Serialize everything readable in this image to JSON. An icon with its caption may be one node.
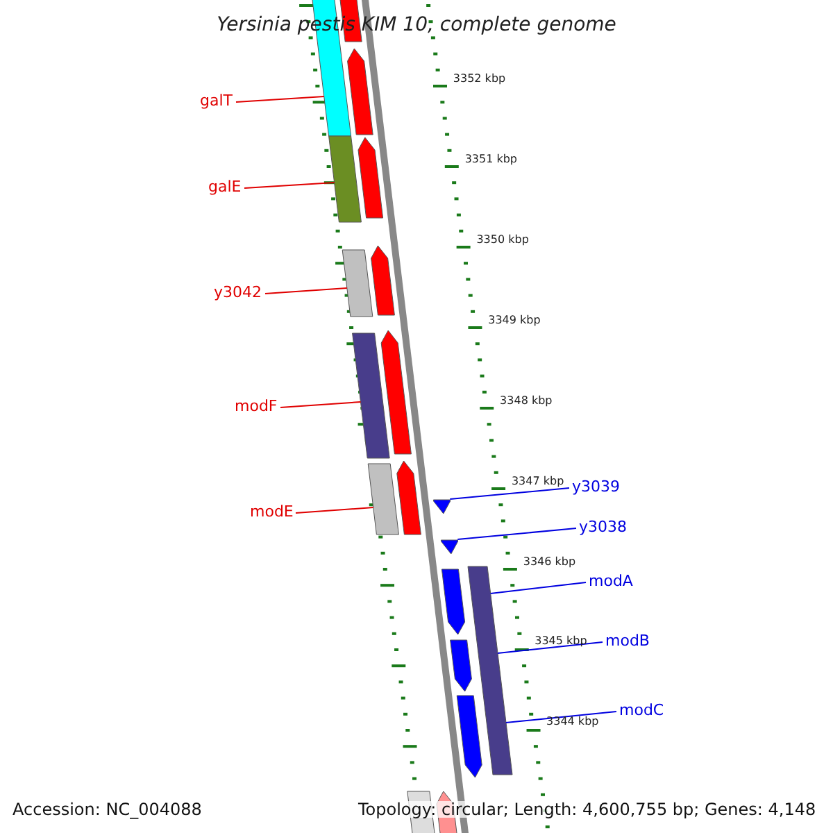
{
  "diagram": {
    "title": "Yersinia pestis KIM 10, complete genome",
    "nodes": [
      {
        "text": [
          "galT"
        ]
      },
      {
        "text": [
          "galE"
        ]
      },
      {
        "text": [
          "y3042"
        ]
      },
      {
        "text": [
          "modF"
        ]
      },
      {
        "text": [
          "modE"
        ]
      },
      {
        "text": [
          "y3039"
        ]
      },
      {
        "text": [
          "y3038"
        ]
      },
      {
        "text": [
          "modA"
        ]
      },
      {
        "text": [
          "modB"
        ]
      },
      {
        "text": [
          "modC"
        ]
      },
      {
        "text": [],
        "shape": "bar"
      },
      {
        "text": [],
        "shape": "bar"
      },
      {
        "text": [],
        "shape": "bar"
      },
      {
        "text": [],
        "shape": "bar"
      },
      {
        "text": [],
        "shape": "bar"
      },
      {
        "text": [],
        "shape": "arrow"
      },
      {
        "text": [],
        "shape": "arrow"
      },
      {
        "text": [],
        "shape": "bar"
      },
      {
        "text": [],
        "shape": "arrow"
      },
      {
        "text": [],
        "shape": "arrow"
      },
      {
        "text": [],
        "shape": "arrow"
      },
      {
        "text": [],
        "shape": "arrow"
      },
      {
        "text": [],
        "shape": "arrow"
      },
      {
        "text": [],
        "shape": "arrow"
      },
      {
        "text": [],
        "shape": "arrow"
      },
      {
        "text": [],
        "shape": "arrow"
      },
      {
        "text": [],
        "shape": "arrow"
      },
      {
        "text": [],
        "shape": "bar"
      },
      {
        "text": [],
        "shape": "arrow"
      }
    ],
    "edges": [
      {
        "from": 0,
        "to": 10,
        "arrow": "none"
      },
      {
        "from": 1,
        "to": 11,
        "arrow": "none"
      },
      {
        "from": 2,
        "to": 12,
        "arrow": "none"
      },
      {
        "from": 3,
        "to": 13,
        "arrow": "none"
      },
      {
        "from": 4,
        "to": 14,
        "arrow": "none"
      },
      {
        "from": 5,
        "to": 15,
        "arrow": "none",
        "color": "#0000e0"
      },
      {
        "from": 6,
        "to": 16,
        "arrow": "none",
        "color": "#0000e0"
      },
      {
        "from": 7,
        "to": 17,
        "arrow": "none",
        "color": "#0000e0"
      },
      {
        "from": 8,
        "to": 17,
        "arrow": "none",
        "color": "#0000e0"
      },
      {
        "from": 9,
        "to": 17,
        "arrow": "none",
        "color": "#0000e0"
      }
    ],
    "labels": [
      "3352 kbp",
      "3351 kbp",
      "3350 kbp",
      "3349 kbp",
      "3348 kbp",
      "3347 kbp",
      "3346 kbp",
      "3345 kbp",
      "3344 kbp",
      "Accession: NC_004088",
      "Topology: circular; Length: 4,600,755 bp; Genes: 4,148"
    ]
  }
}
